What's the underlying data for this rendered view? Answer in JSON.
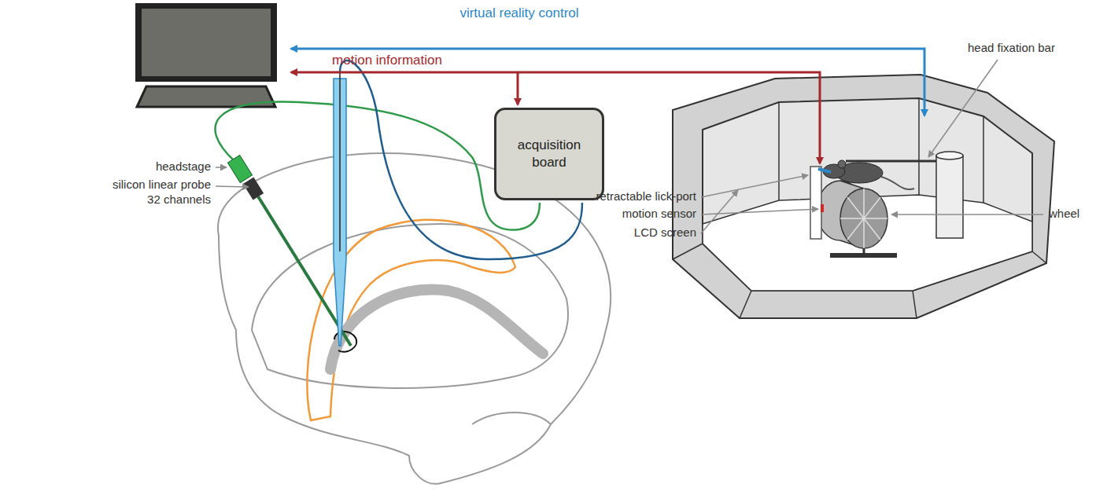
{
  "diagram": {
    "nodes": [
      {
        "text": [
          "acquisition board"
        ]
      }
    ],
    "labels": [
      "virtual reality control",
      "motion information",
      "headstage",
      "silicon linear probe 32 channels",
      "retractable lick-port",
      "motion sensor",
      "LCD screen",
      "head fixation bar",
      "wheel"
    ]
  }
}
